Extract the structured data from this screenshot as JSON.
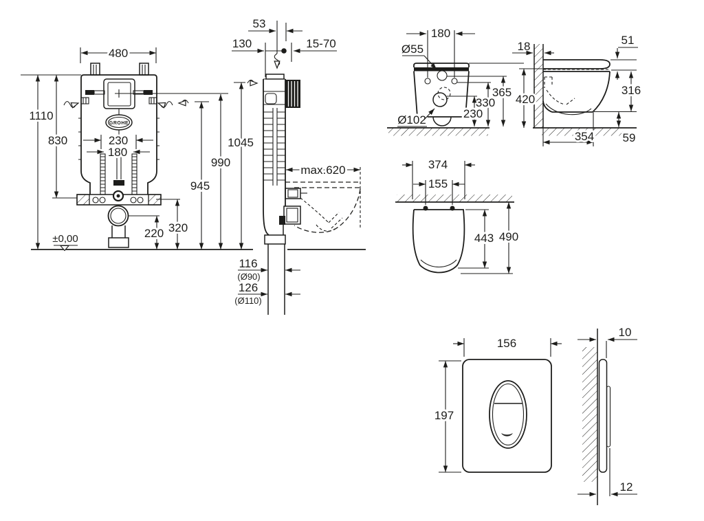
{
  "views": {
    "cistern_front": {
      "labels": {
        "width": "480",
        "total_height": "1110",
        "upper_height": "830",
        "outer_spacing": "230",
        "inner_spacing": "180",
        "outlet_height": "320",
        "outlet_center": "220",
        "floor_level": "±0,00",
        "brand": "GROHE"
      }
    },
    "cistern_side": {
      "labels": {
        "top_offset": "53",
        "depth": "130",
        "wall_range": "15-70",
        "h1": "1045",
        "h2": "990",
        "h3": "945",
        "max_depth": "max.620",
        "drain1": "116",
        "drain1_dia": "(Ø90)",
        "drain2": "126",
        "drain2_dia": "(Ø110)"
      }
    },
    "pan_rear": {
      "labels": {
        "holes_spacing": "180",
        "hole_dia": "Ø55",
        "h1": "365",
        "h2": "330",
        "h3": "230",
        "outlet_dia": "Ø102"
      }
    },
    "pan_side": {
      "labels": {
        "wall_thickness": "18",
        "seat_thickness": "51",
        "rim_height": "316",
        "seat_height": "420",
        "depth": "354",
        "clearance": "59"
      }
    },
    "pan_top": {
      "labels": {
        "width": "374",
        "bolt_spacing": "155",
        "inner_depth": "443",
        "depth": "490"
      }
    },
    "plate_front": {
      "labels": {
        "width": "156",
        "height": "197"
      }
    },
    "plate_side": {
      "labels": {
        "plate_depth": "10",
        "button_depth": "12"
      }
    }
  }
}
